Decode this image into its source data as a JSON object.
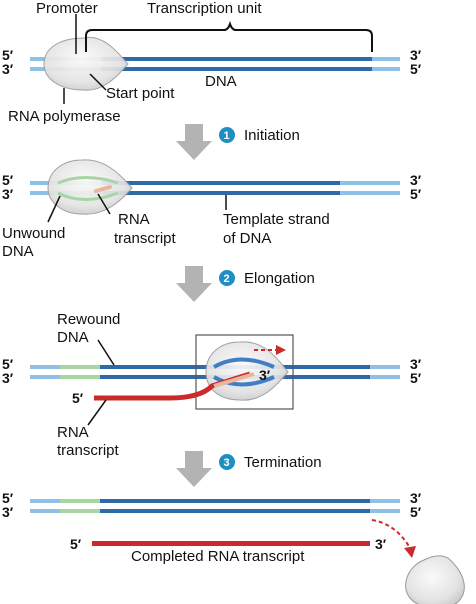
{
  "colors": {
    "strand_dark": "#2e69a8",
    "strand_mid": "#3f7fc2",
    "strand_light": "#8fc1e6",
    "promoter": "#a8d5a2",
    "rna": "#cc2a2a",
    "rna_light": "#eab59a",
    "polymerase": "#e6e6e6",
    "step_circle": "#1f8fc2",
    "arrow": "#b3b3b3"
  },
  "ends": {
    "five": "5′",
    "three": "3′"
  },
  "labels": {
    "promoter": "Promoter",
    "transcription_unit": "Transcription unit",
    "dna": "DNA",
    "start_point": "Start point",
    "rna_polymerase": "RNA polymerase",
    "unwound_dna_1": "Unwound",
    "unwound_dna_2": "DNA",
    "rna_transcript_1": "RNA",
    "rna_transcript_2": "transcript",
    "template_strand_1": "Template strand",
    "template_strand_2": "of DNA",
    "rewound_dna_1": "Rewound",
    "rewound_dna_2": "DNA",
    "rna_transcript_b_1": "RNA",
    "rna_transcript_b_2": "transcript",
    "completed_rna": "Completed RNA transcript"
  },
  "steps": [
    {
      "number": "1",
      "label": "Initiation"
    },
    {
      "number": "2",
      "label": "Elongation"
    },
    {
      "number": "3",
      "label": "Termination"
    }
  ]
}
